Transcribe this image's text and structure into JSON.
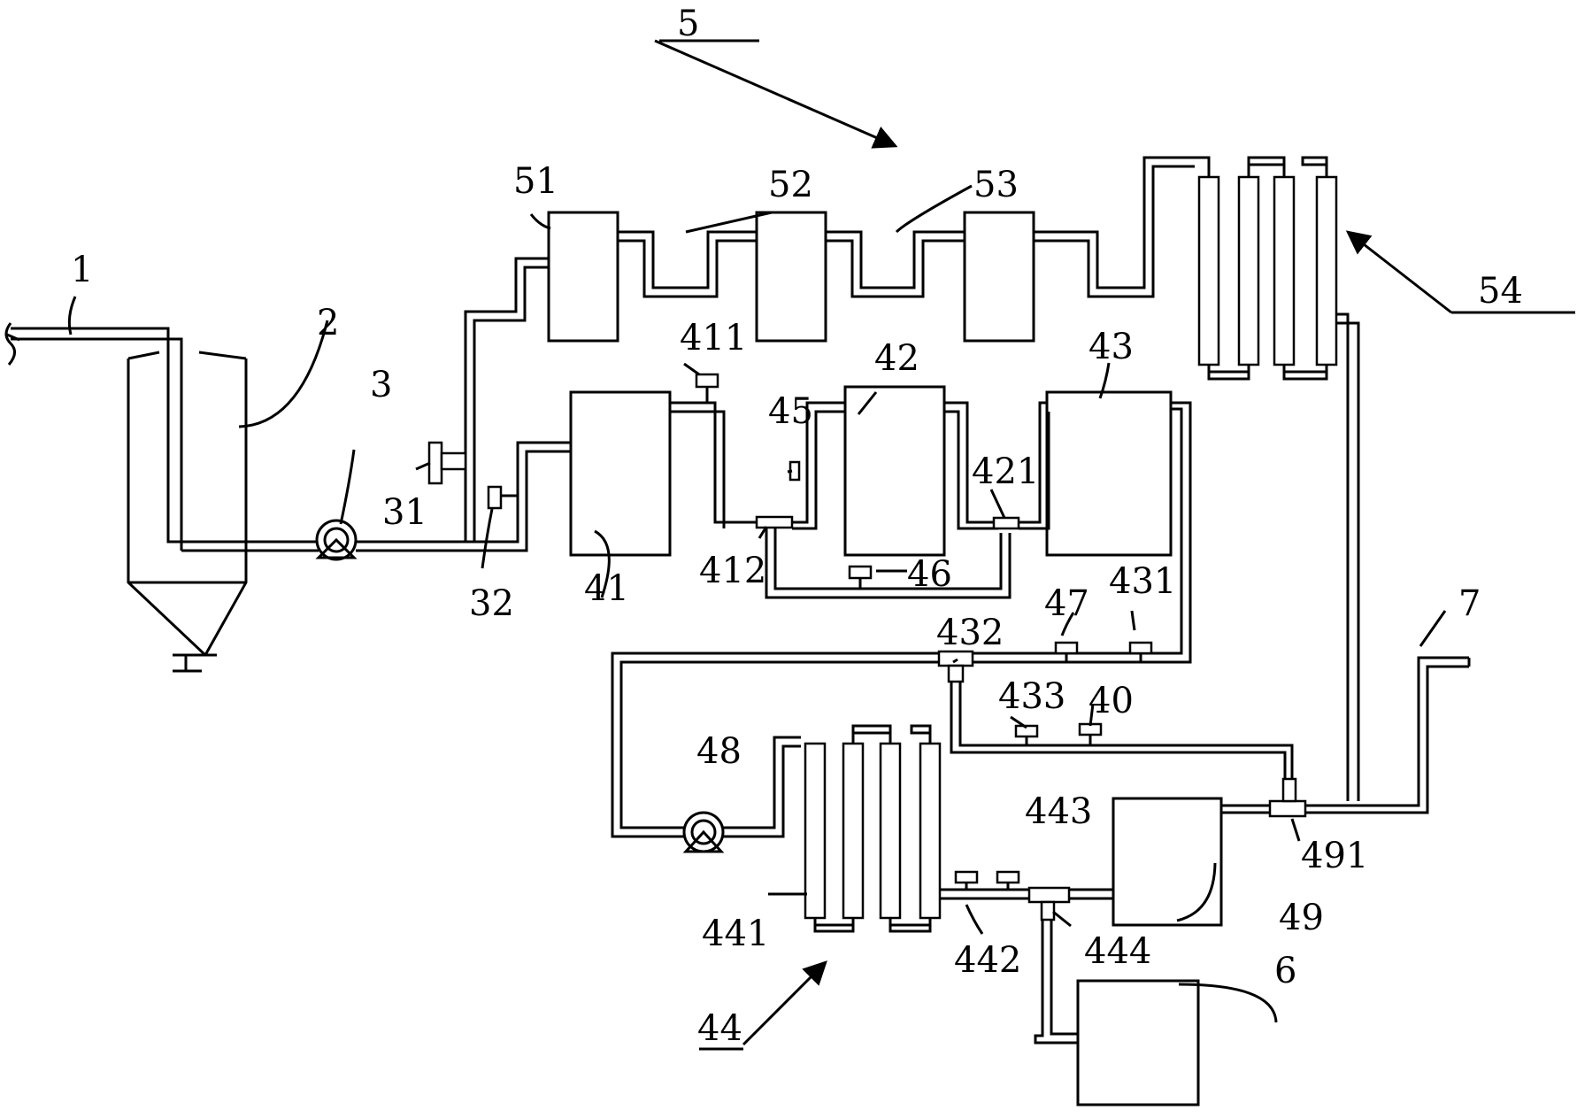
{
  "diagram": {
    "colors": {
      "line": "#000000",
      "background": "#ffffff"
    },
    "labels": {
      "n1": "1",
      "n2": "2",
      "n3": "3",
      "n31": "31",
      "n32": "32",
      "n41": "41",
      "n411": "411",
      "n412": "412",
      "n42": "42",
      "n421": "421",
      "n43": "43",
      "n431": "431",
      "n432": "432",
      "n433": "433",
      "n40": "40",
      "n44": "44",
      "n441": "441",
      "n442": "442",
      "n443": "443",
      "n444": "444",
      "n45": "45",
      "n46": "46",
      "n47": "47",
      "n48": "48",
      "n49": "49",
      "n491": "491",
      "n5": "5",
      "n51": "51",
      "n52": "52",
      "n53": "53",
      "n54": "54",
      "n6": "6",
      "n7": "7"
    }
  }
}
